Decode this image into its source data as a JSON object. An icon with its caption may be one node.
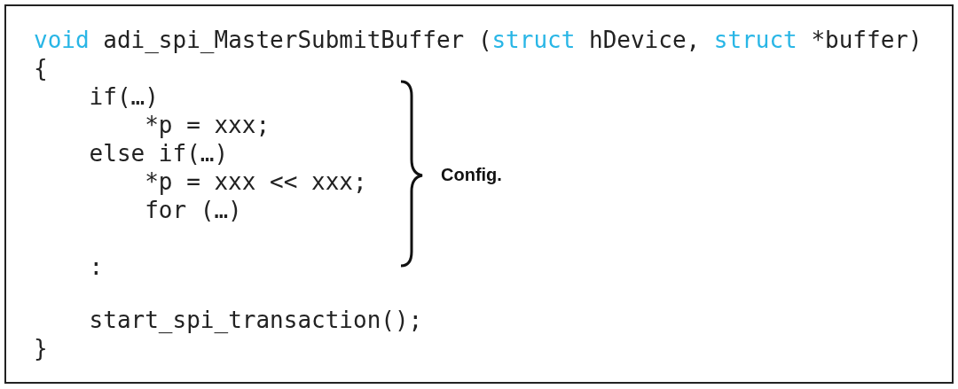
{
  "diagram": {
    "labels": [
      "void",
      "adi_spi_MasterSubmitBuffer (",
      "struct",
      "hDevice,",
      "struct",
      "*buffer)",
      "{",
      "if(…)",
      "*p = xxx;",
      "else if(…)",
      "*p = xxx << xxx;",
      "for (…)",
      ":",
      "start_spi_transaction();",
      "}",
      "Config."
    ]
  }
}
